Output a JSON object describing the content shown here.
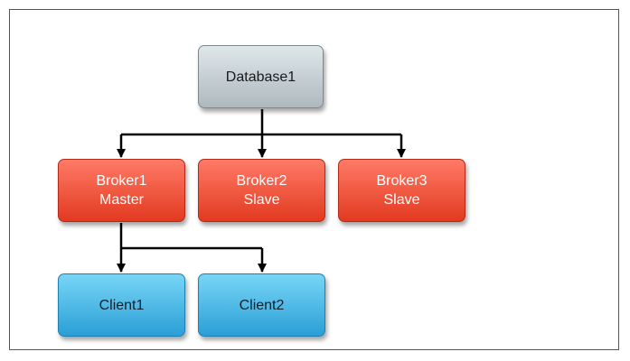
{
  "diagram": {
    "database": {
      "label": "Database1"
    },
    "brokers": [
      {
        "label": "Broker1\nMaster"
      },
      {
        "label": "Broker2\nSlave"
      },
      {
        "label": "Broker3\nSlave"
      }
    ],
    "clients": [
      {
        "label": "Client1"
      },
      {
        "label": "Client2"
      }
    ]
  },
  "colors": {
    "database_fill": "#c5ced2",
    "broker_fill": "#f2533b",
    "client_fill": "#4dbbea",
    "connector": "#000000"
  }
}
